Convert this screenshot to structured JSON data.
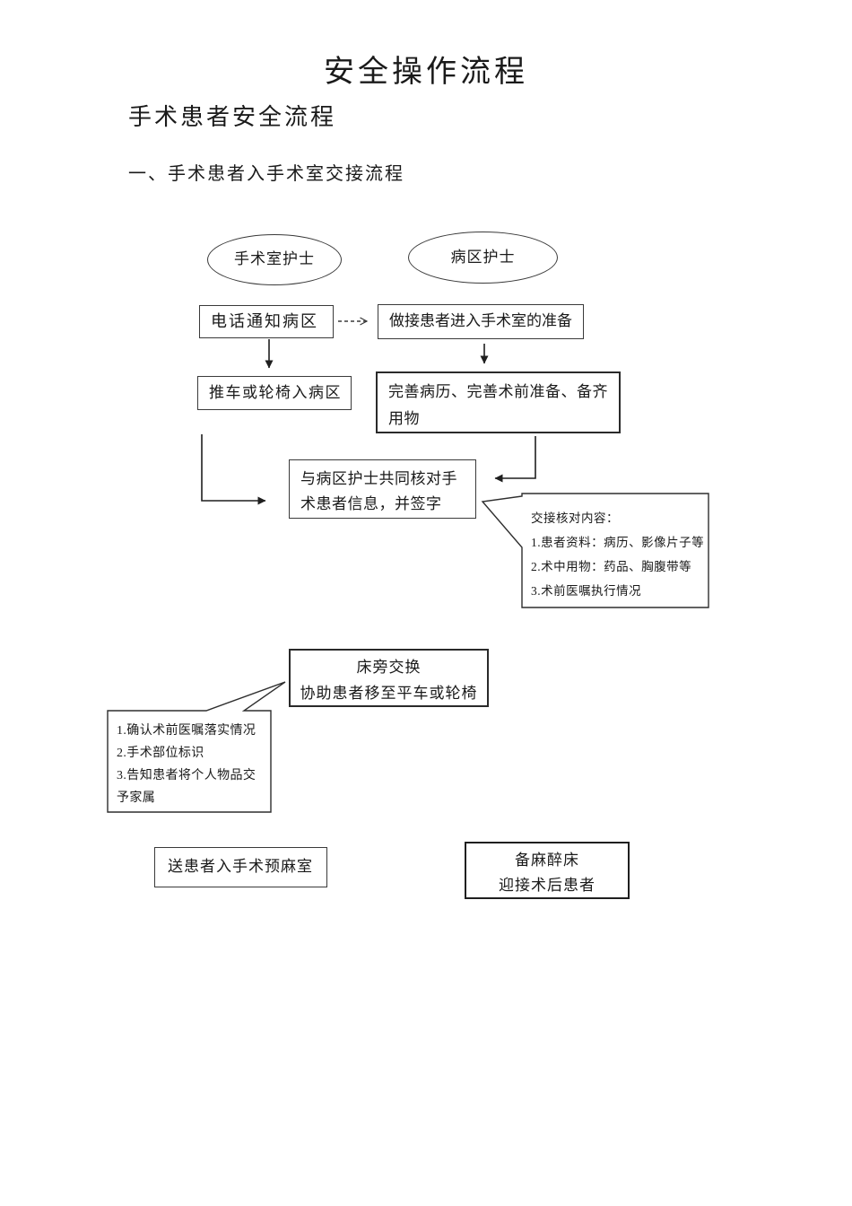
{
  "document": {
    "title": "安全操作流程",
    "subtitle": "手术患者安全流程",
    "section_heading": "一、手术患者入手术室交接流程"
  },
  "flowchart": {
    "nodes": {
      "or_nurse": "手术室护士",
      "ward_nurse": "病区护士",
      "phone_notify": "电话通知病区",
      "make_preparation": "做接患者进入手术室的准备",
      "cart_wheelchair": "推车或轮椅入病区",
      "complete_records": "完善病历、完善术前准备、备齐用物",
      "verify_sign": "与病区护士共同核对手术患者信息，并签字",
      "bedside_line1": "床旁交换",
      "bedside_line2": "协助患者移至平车或轮椅",
      "send_patient": "送患者入手术预麻室",
      "anesthesia_line1": "备麻醉床",
      "anesthesia_line2": "迎接术后患者"
    },
    "handover_callout": {
      "title": "交接核对内容：",
      "item1": "1.患者资料：病历、影像片子等",
      "item2": "2.术中用物：药品、胸腹带等",
      "item3": "3.术前医嘱执行情况"
    },
    "confirm_callout": {
      "item1": "1.确认术前医嘱落实情况",
      "item2": "2.手术部位标识",
      "item3": "3.告知患者将个人物品交予家属"
    }
  }
}
